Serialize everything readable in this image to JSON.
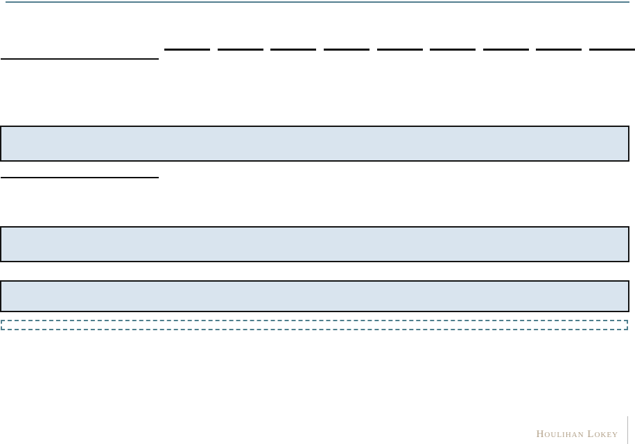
{
  "page": {
    "kind": "presentation-slide-template",
    "background": "#ffffff"
  },
  "colors": {
    "top-rule": "#527d8e",
    "rule-black": "#0e0e0e",
    "box-fill": "#d9e4ee",
    "box-border": "#141414",
    "dashed-border": "#4d7e8c",
    "logo-text": "#b2a189",
    "footer-divider": "#b8b8b8"
  },
  "table_ruling": {
    "column_count": 9
  },
  "footer": {
    "logo_text": "Houlihan Lokey"
  }
}
